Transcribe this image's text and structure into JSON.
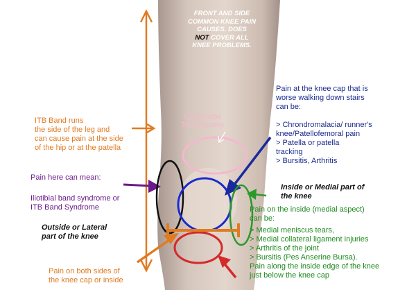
{
  "header": {
    "line1": "FRONT AND SIDE",
    "line2": "COMMON KNEE PAIN",
    "line3": "CAUSES. DOES",
    "not_word": "NOT",
    "line4_rest": " COVER ALL",
    "line5": "KNEE PROBLEMS."
  },
  "colors": {
    "orange": "#e07b22",
    "purple": "#6a1a8a",
    "navy": "#1a2a8c",
    "green": "#1e8a1e",
    "red": "#d42a2a",
    "pink": "#f4b8d0"
  },
  "labels": {
    "itb": [
      "ITB Band runs",
      "the side of the leg and",
      "can cause pain at the side",
      "of the hip or at the patella"
    ],
    "pain_here": "Pain here can mean:",
    "iliotibial": [
      "Iliotibial band syndrome or",
      "ITB Band Syndrome"
    ],
    "lateral": [
      "Outside or Lateral",
      "part of the knee"
    ],
    "both_sides": [
      "Pain on both sides of",
      "the knee cap or inside"
    ],
    "quadriceps": [
      "Quadriceps",
      "Tendinopathy"
    ],
    "kneecap": [
      "Pain at the knee cap that is",
      "worse walking down stairs",
      "can be:"
    ],
    "kneecap_items": [
      "> Chrondromalacia/ runner's",
      "knee/Patellofemoral pain",
      "> Patella or patella",
      "tracking",
      "> Bursitis, Arthritis"
    ],
    "medial": [
      "Inside or Medial part of",
      "the knee"
    ],
    "inside": [
      "Pain on the inside (medial aspect)",
      "can be:"
    ],
    "inside_items": [
      "> Medial meniscus tears,",
      "> Medial collateral ligament injuries",
      "> Arthritis of the joint",
      "> Bursitis (Pes Anserine Bursa).",
      "Pain along the inside edge of the knee",
      "just below the knee cap"
    ]
  }
}
